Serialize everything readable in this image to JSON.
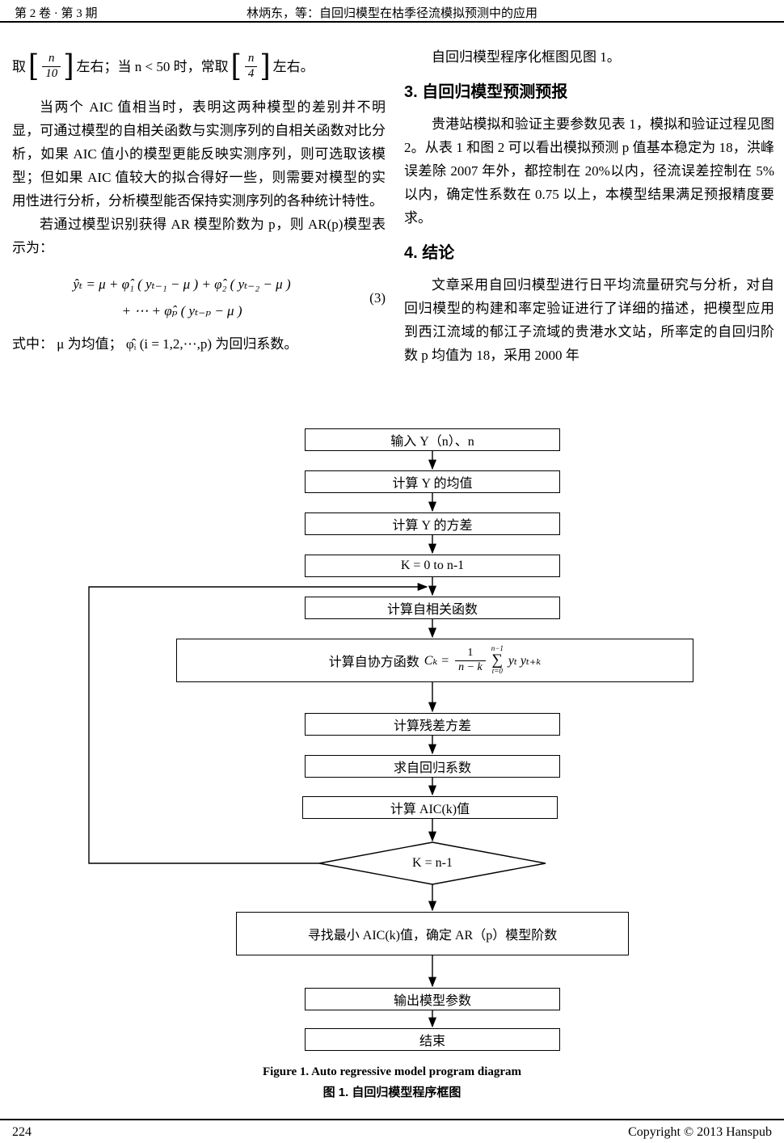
{
  "header": {
    "issue": "第 2 卷 · 第 3 期",
    "running_title": "林炳东，等：自回归模型在枯季径流模拟预测中的应用"
  },
  "left_column": {
    "line1": {
      "pre": "取",
      "lb": "[",
      "rb": "]",
      "frac1": {
        "num": "n",
        "den": "10"
      },
      "mid": "左右；当 n < 50 时，常取",
      "frac2": {
        "num": "n",
        "den": "4"
      },
      "post": "左右。"
    },
    "para_aic": "当两个 AIC 值相当时，表明这两种模型的差别并不明显，可通过模型的自相关函数与实测序列的自相关函数对比分析，如果 AIC 值小的模型更能反映实测序列，则可选取该模型；但如果 AIC 值较大的拟合得好一些，则需要对模型的实用性进行分析，分析模型能否保持实测序列的各种统计特性。",
    "para_ar": "若通过模型识别获得 AR 模型阶数为 p，则 AR(p)模型表示为：",
    "equation": {
      "line1": "ŷₜ = μ + φ̂₁ ( yₜ₋₁ − μ ) + φ̂₂ ( yₜ₋₂ − μ )",
      "line2": "+ ⋯ + φ̂ₚ ( yₜ₋ₚ − μ )",
      "number": "(3)"
    },
    "para_where": "式中： μ 为均值； φ̂ᵢ (i = 1,2,⋯,p) 为回归系数。"
  },
  "right_column": {
    "para_intro": "自回归模型程序化框图见图 1。",
    "section3_title": "3. 自回归模型预测预报",
    "para_section3": "贵港站模拟和验证主要参数见表 1，模拟和验证过程见图 2。从表 1 和图 2 可以看出模拟预测 p 值基本稳定为 18，洪峰误差除 2007 年外，都控制在 20%以内，径流误差控制在 5%以内，确定性系数在 0.75 以上，本模型结果满足预报精度要求。",
    "section4_title": "4. 结论",
    "para_section4": "文章采用自回归模型进行日平均流量研究与分析，对自回归模型的构建和率定验证进行了详细的描述，把模型应用到西江流域的郁江子流域的贵港水文站，所率定的自回归阶数 p 均值为 18，采用 2000 年"
  },
  "flowchart": {
    "input": "输入 Y（n）、n",
    "mean": "计算 Y 的均值",
    "variance": "计算 Y 的方差",
    "loop_start": "K = 0 to n-1",
    "autocorr": "计算自相关函数",
    "autocov": {
      "prefix": "计算自协方函数",
      "lhs": "Cₖ =",
      "frac_num": "1",
      "frac_den": "n − k",
      "sum_top": "n−1",
      "sum_symbol": "∑",
      "sum_bottom": "t=0",
      "terms": "yₜ yₜ₊ₖ"
    },
    "residual": "计算残差方差",
    "coeff": "求自回归系数",
    "aic": "计算 AIC(k)值",
    "decision": "K = n-1",
    "find_min": "寻找最小 AIC(k)值，确定 AR（p）模型阶数",
    "output": "输出模型参数",
    "end": "结束"
  },
  "caption": {
    "en": "Figure 1. Auto regressive model program diagram",
    "zh": "图 1.  自回归模型程序框图"
  },
  "footer": {
    "page_number": "224",
    "copyright": "Copyright © 2013 Hanspub"
  }
}
